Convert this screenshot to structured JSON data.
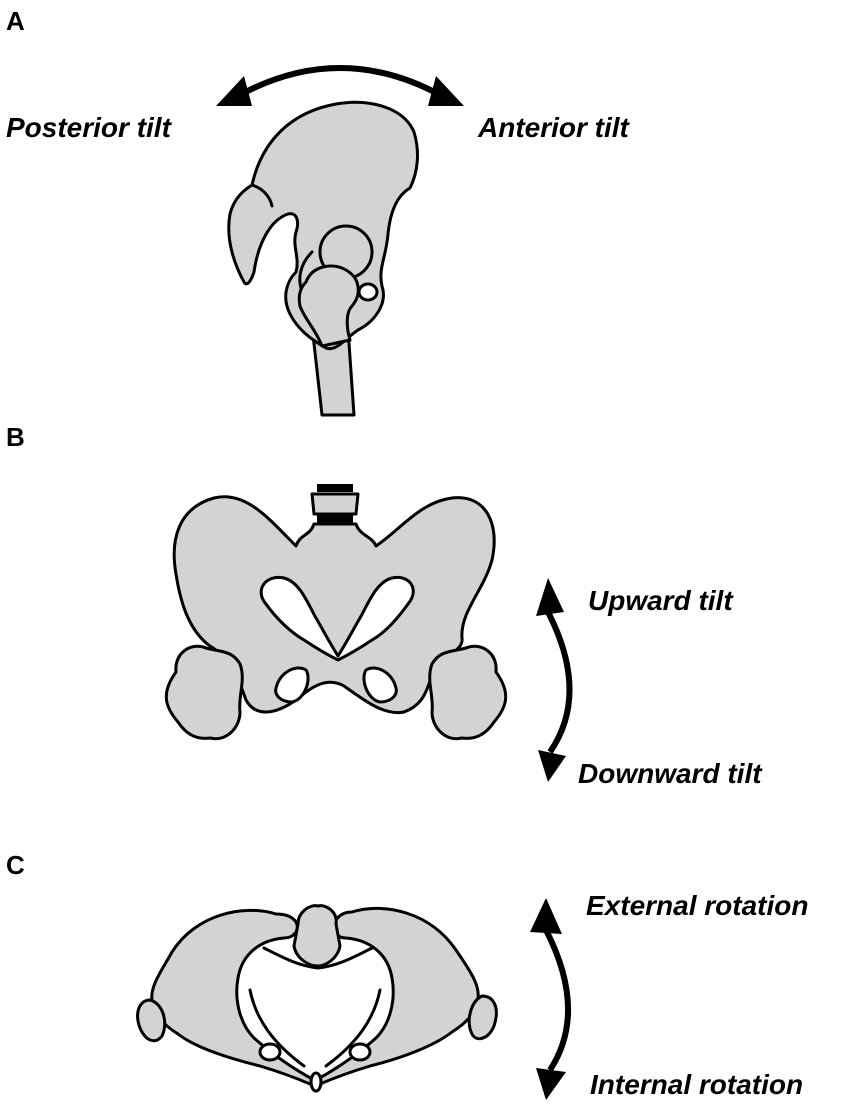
{
  "panels": [
    {
      "letter": "A",
      "labels": {
        "left": "Posterior tilt",
        "right": "Anterior tilt"
      },
      "icon": "double-headed-curved-arrow"
    },
    {
      "letter": "B",
      "labels": {
        "top": "Upward tilt",
        "bottom": "Downward tilt"
      },
      "icon": "double-headed-curved-arrow"
    },
    {
      "letter": "C",
      "labels": {
        "top": "External rotation",
        "bottom": "Internal rotation"
      },
      "icon": "double-headed-curved-arrow"
    }
  ],
  "colors": {
    "bone_fill": "#d3d3d3",
    "outline": "#000000",
    "background": "#ffffff"
  }
}
